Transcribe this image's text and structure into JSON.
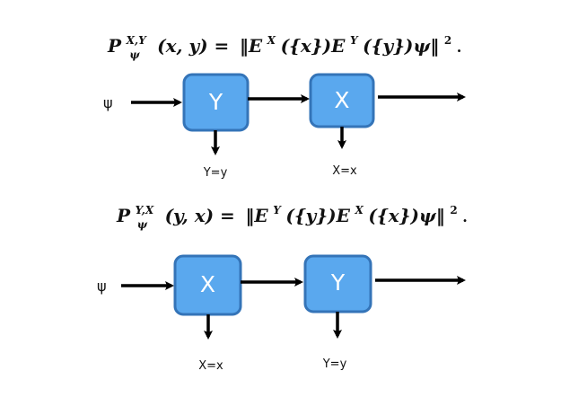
{
  "colors": {
    "box_fill": "#5aa8ee",
    "box_stroke": "#3474b8",
    "arrow": "#000000"
  },
  "diagram_1": {
    "formula": {
      "lhs_symbol": "P",
      "lhs_sup": "X,Y",
      "lhs_sub": "ψ",
      "lhs_args": "(x, y) =",
      "rhs_open": "‖E",
      "op1_sup": "X",
      "op1_arg": "({x})E",
      "op2_sup": "Y",
      "op2_arg": "({y})ψ‖",
      "power": "2",
      "end": "."
    },
    "input_label": "ψ",
    "box1": {
      "label": "Y",
      "output_label": "Y=y"
    },
    "box2": {
      "label": "X",
      "output_label": "X=x"
    }
  },
  "diagram_2": {
    "formula": {
      "lhs_symbol": "P",
      "lhs_sup": "Y,X",
      "lhs_sub": "ψ",
      "lhs_args": "(y, x) =",
      "rhs_open": "‖E",
      "op1_sup": "Y",
      "op1_arg": "({y})E",
      "op2_sup": "X",
      "op2_arg": "({x})ψ‖",
      "power": "2",
      "end": "."
    },
    "input_label": "ψ",
    "box1": {
      "label": "X",
      "output_label": "X=x"
    },
    "box2": {
      "label": "Y",
      "output_label": "Y=y"
    }
  }
}
